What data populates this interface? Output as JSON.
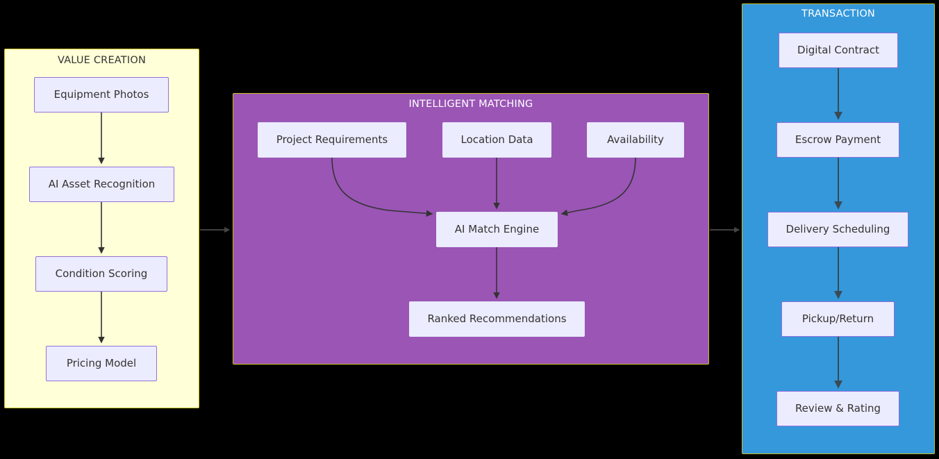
{
  "diagram": {
    "type": "flowchart",
    "background": "#000000",
    "clusters": [
      {
        "id": "value-creation",
        "title": "VALUE CREATION",
        "fill": "#ffffd8",
        "border": "#c9bf22",
        "title_color": "#333333",
        "nodes": [
          {
            "id": "equipment-photos",
            "label": "Equipment Photos"
          },
          {
            "id": "ai-asset-recognition",
            "label": "AI Asset Recognition"
          },
          {
            "id": "condition-scoring",
            "label": "Condition Scoring"
          },
          {
            "id": "pricing-model",
            "label": "Pricing Model"
          }
        ],
        "edges": [
          {
            "from": "equipment-photos",
            "to": "ai-asset-recognition"
          },
          {
            "from": "ai-asset-recognition",
            "to": "condition-scoring"
          },
          {
            "from": "condition-scoring",
            "to": "pricing-model"
          }
        ]
      },
      {
        "id": "intelligent-matching",
        "title": "INTELLIGENT MATCHING",
        "fill": "#9a55b5",
        "border": "#c9bf22",
        "title_color": "#ffffff",
        "nodes": [
          {
            "id": "project-requirements",
            "label": "Project Requirements"
          },
          {
            "id": "location-data",
            "label": "Location Data"
          },
          {
            "id": "availability",
            "label": "Availability"
          },
          {
            "id": "ai-match-engine",
            "label": "AI Match Engine"
          },
          {
            "id": "ranked-recommendations",
            "label": "Ranked Recommendations"
          }
        ],
        "edges": [
          {
            "from": "project-requirements",
            "to": "ai-match-engine"
          },
          {
            "from": "location-data",
            "to": "ai-match-engine"
          },
          {
            "from": "availability",
            "to": "ai-match-engine"
          },
          {
            "from": "ai-match-engine",
            "to": "ranked-recommendations"
          }
        ]
      },
      {
        "id": "transaction",
        "title": "TRANSACTION",
        "fill": "#3498db",
        "border": "#c9bf22",
        "title_color": "#ffffff",
        "nodes": [
          {
            "id": "digital-contract",
            "label": "Digital Contract"
          },
          {
            "id": "escrow-payment",
            "label": "Escrow Payment"
          },
          {
            "id": "delivery-scheduling",
            "label": "Delivery Scheduling"
          },
          {
            "id": "pickup-return",
            "label": "Pickup/Return"
          },
          {
            "id": "review-rating",
            "label": "Review & Rating"
          }
        ],
        "edges": [
          {
            "from": "digital-contract",
            "to": "escrow-payment"
          },
          {
            "from": "escrow-payment",
            "to": "delivery-scheduling"
          },
          {
            "from": "delivery-scheduling",
            "to": "pickup-return"
          },
          {
            "from": "pickup-return",
            "to": "review-rating"
          }
        ]
      }
    ],
    "cross_cluster_edges": [
      {
        "from": "value-creation",
        "to": "intelligent-matching"
      },
      {
        "from": "intelligent-matching",
        "to": "transaction"
      }
    ],
    "node_style": {
      "fill": "#ececff",
      "border": "#9370db",
      "text": "#333333"
    }
  }
}
